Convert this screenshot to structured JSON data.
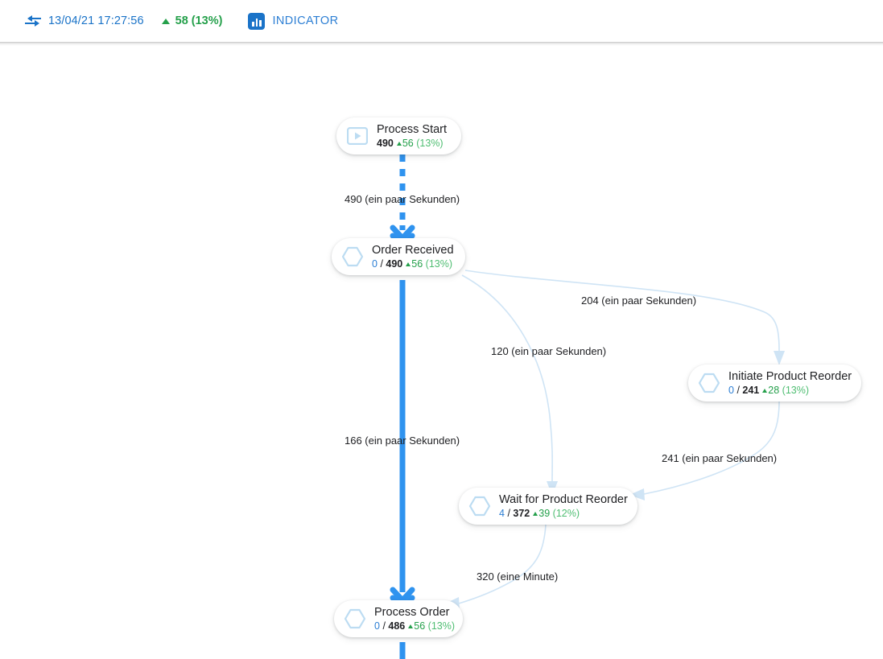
{
  "header": {
    "compare_icon": "transition-compare-icon",
    "timestamp": "13/04/21 17:27:56",
    "delta_icon": "triangle-up-icon",
    "delta_value": "58 (13%)",
    "indicator_icon": "bar-chart-icon",
    "indicator_label": "INDICATOR"
  },
  "colors": {
    "accent_blue": "#2d7fd4",
    "link_blue": "#1a73c8",
    "edge_light": "#cfe4f5",
    "edge_strong": "#2f93ef",
    "green": "#25a04b",
    "green_pct": "#4fbe72",
    "node_icon": "#bcdcf2",
    "text": "#202124"
  },
  "graph": {
    "nodes": [
      {
        "id": "process-start",
        "icon": "play-start-icon",
        "title": "Process Start",
        "current": "",
        "separator": "",
        "total": "490",
        "delta": "56",
        "percent": "(13%)"
      },
      {
        "id": "order-received",
        "icon": "hexagon-activity-icon",
        "title": "Order Received",
        "current": "0",
        "separator": "/",
        "total": "490",
        "delta": "56",
        "percent": "(13%)"
      },
      {
        "id": "initiate-product-reorder",
        "icon": "hexagon-activity-icon",
        "title": "Initiate Product Reorder",
        "current": "0",
        "separator": "/",
        "total": "241",
        "delta": "28",
        "percent": "(13%)"
      },
      {
        "id": "wait-for-product-reorder",
        "icon": "hexagon-activity-icon",
        "title": "Wait for Product Reorder",
        "current": "4",
        "separator": "/",
        "total": "372",
        "delta": "39",
        "percent": "(12%)"
      },
      {
        "id": "process-order",
        "icon": "hexagon-activity-icon",
        "title": "Process Order",
        "current": "0",
        "separator": "/",
        "total": "486",
        "delta": "56",
        "percent": "(13%)"
      }
    ],
    "edges": [
      {
        "id": "start-to-order-received",
        "label": "490 (ein paar Sekunden)",
        "style": "dashed-strong"
      },
      {
        "id": "order-received-to-initiate",
        "label": "204 (ein paar Sekunden)",
        "style": "thin-light"
      },
      {
        "id": "order-received-to-wait",
        "label": "120 (ein paar Sekunden)",
        "style": "thin-light"
      },
      {
        "id": "order-received-to-process-order",
        "label": "166 (ein paar Sekunden)",
        "style": "thick-strong"
      },
      {
        "id": "initiate-to-wait",
        "label": "241 (ein paar Sekunden)",
        "style": "thin-light"
      },
      {
        "id": "wait-to-process-order",
        "label": "320 (eine Minute)",
        "style": "thin-light"
      }
    ]
  }
}
